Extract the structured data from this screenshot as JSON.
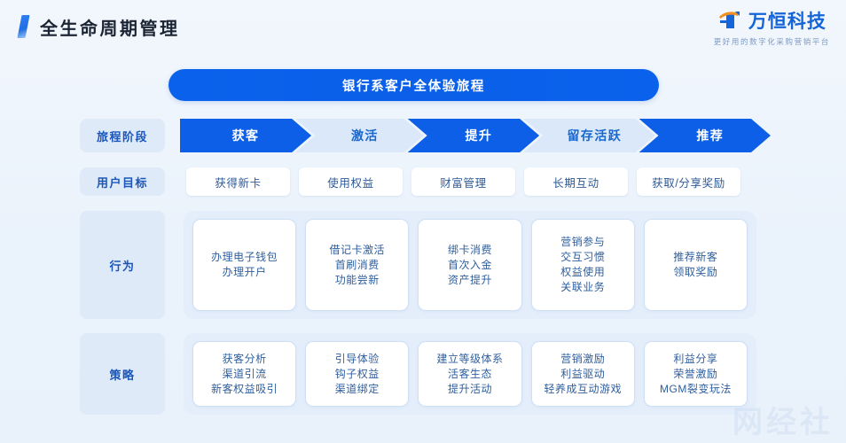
{
  "header": {
    "title": "全生命周期管理",
    "logo_name": "万恒科技",
    "logo_tagline": "更好用的数字化采购营销平台",
    "accent_color": "#0d5fe8"
  },
  "banner": {
    "text": "银行系客户全体验旅程"
  },
  "rows": {
    "stage": {
      "label": "旅程阶段",
      "items": [
        {
          "text": "获客",
          "style": "dark"
        },
        {
          "text": "激活",
          "style": "light"
        },
        {
          "text": "提升",
          "style": "dark"
        },
        {
          "text": "留存活跃",
          "style": "light"
        },
        {
          "text": "推荐",
          "style": "dark"
        }
      ]
    },
    "goal": {
      "label": "用户目标",
      "items": [
        "获得新卡",
        "使用权益",
        "财富管理",
        "长期互动",
        "获取/分享奖励"
      ]
    },
    "behavior": {
      "label": "行为",
      "cards": [
        [
          "办理电子钱包",
          "办理开户"
        ],
        [
          "借记卡激活",
          "首刷消费",
          "功能尝新"
        ],
        [
          "绑卡消费",
          "首次入金",
          "资产提升"
        ],
        [
          "营销参与",
          "交互习惯",
          "权益使用",
          "关联业务"
        ],
        [
          "推荐新客",
          "领取奖励"
        ]
      ]
    },
    "strategy": {
      "label": "策略",
      "cards": [
        [
          "获客分析",
          "渠道引流",
          "新客权益吸引"
        ],
        [
          "引导体验",
          "钩子权益",
          "渠道绑定"
        ],
        [
          "建立等级体系",
          "活客生态",
          "提升活动"
        ],
        [
          "营销激励",
          "利益驱动",
          "轻养成互动游戏"
        ],
        [
          "利益分享",
          "荣誉激励",
          "MGM裂变玩法"
        ]
      ]
    }
  },
  "watermark": "网经社"
}
